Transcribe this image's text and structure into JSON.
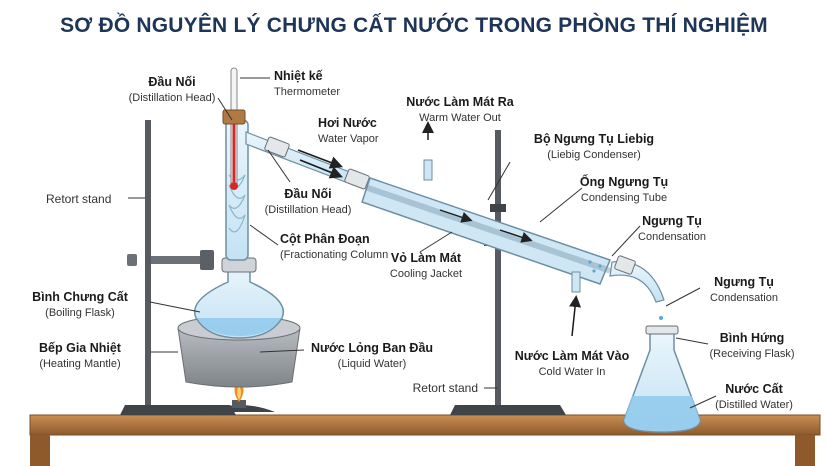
{
  "title": "SƠ ĐỒ NGUYÊN LÝ CHƯNG CẤT NƯỚC TRONG PHÒNG THÍ NGHIỆM",
  "labels": {
    "dau_noi_1": {
      "vi": "Đầu Nối",
      "en": "(Distillation Head)"
    },
    "nhiet_ke": {
      "vi": "Nhiệt kế",
      "en": "Thermometer"
    },
    "hoi_nuoc": {
      "vi": "Hơi Nước",
      "en": "Water Vapor"
    },
    "nuoc_lam_mat_ra": {
      "vi": "Nước Làm Mát Ra",
      "en": "Warm Water Out"
    },
    "bo_ngung_tu": {
      "vi": "Bộ Ngưng Tụ Liebig",
      "en": "(Liebig Condenser)"
    },
    "ong_ngung_tu": {
      "vi": "Ống Ngưng Tụ",
      "en": "Condensing Tube"
    },
    "ngung_tu_1": {
      "vi": "Ngưng Tụ",
      "en": "Condensation"
    },
    "ngung_tu_2": {
      "vi": "Ngưng Tụ",
      "en": "Condensation"
    },
    "retort_stand_1": "Retort stand",
    "dau_noi_2": {
      "vi": "Đầu Nối",
      "en": "(Distillation Head)"
    },
    "cot_phan_doan": {
      "vi": "Cột Phân Đoạn",
      "en": "(Fractionating Column"
    },
    "vo_lam_mat": {
      "vi": "Vỏ Làm Mát",
      "en": "Cooling Jacket"
    },
    "binh_chung_cat": {
      "vi": "Bình Chưng Cất",
      "en": "(Boiling Flask)"
    },
    "bep_gia_nhiet": {
      "vi": "Bếp Gia Nhiệt",
      "en": "(Heating Mantle)"
    },
    "nuoc_long": {
      "vi": "Nước Lỏng Ban Đầu",
      "en": "(Liquid Water)"
    },
    "nuoc_lam_mat_vao": {
      "vi": "Nước Làm Mát Vào",
      "en": "Cold Water In"
    },
    "binh_hung": {
      "vi": "Bình Hứng",
      "en": "(Receiving Flask)"
    },
    "nuoc_cat": {
      "vi": "Nước Cất",
      "en": "(Distilled Water)"
    },
    "retort_stand_2": "Retort stand"
  },
  "colors": {
    "title": "#1d3557",
    "glass": "#d6ecf7",
    "glass_stroke": "#6e8fa3",
    "water": "#8fc9ec",
    "table": "#b27a45",
    "stand": "#555b61",
    "mantle": "#9a9ea3",
    "flame": "#f28c28"
  }
}
